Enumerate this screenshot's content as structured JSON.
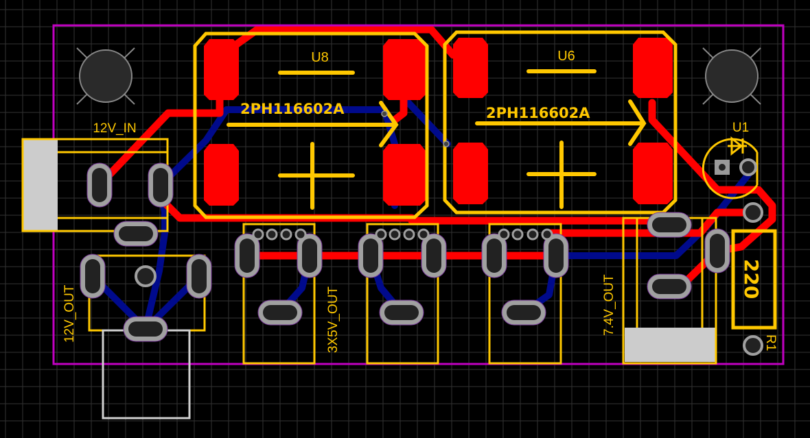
{
  "canvas": {
    "background": "#000000",
    "grid_color": "#3a3a3a",
    "board_outline_color": "#c000c0",
    "top_copper_color": "#ff0000",
    "bottom_copper_color": "#000a8c",
    "silkscreen_color": "#ffc800"
  },
  "components": {
    "u8": {
      "designator": "U8",
      "part": "2PH116602A"
    },
    "u6": {
      "designator": "U6",
      "part": "2PH116602A"
    },
    "u1": {
      "designator": "U1"
    },
    "r1": {
      "designator": "R1",
      "value": "220"
    },
    "j_12v_in": {
      "label": "12V_IN"
    },
    "j_12v_out": {
      "label": "12V_OUT"
    },
    "j_5v_out": {
      "label": "3X5V_OUT"
    },
    "j_74v_out": {
      "label": "7.4V_OUT"
    }
  }
}
